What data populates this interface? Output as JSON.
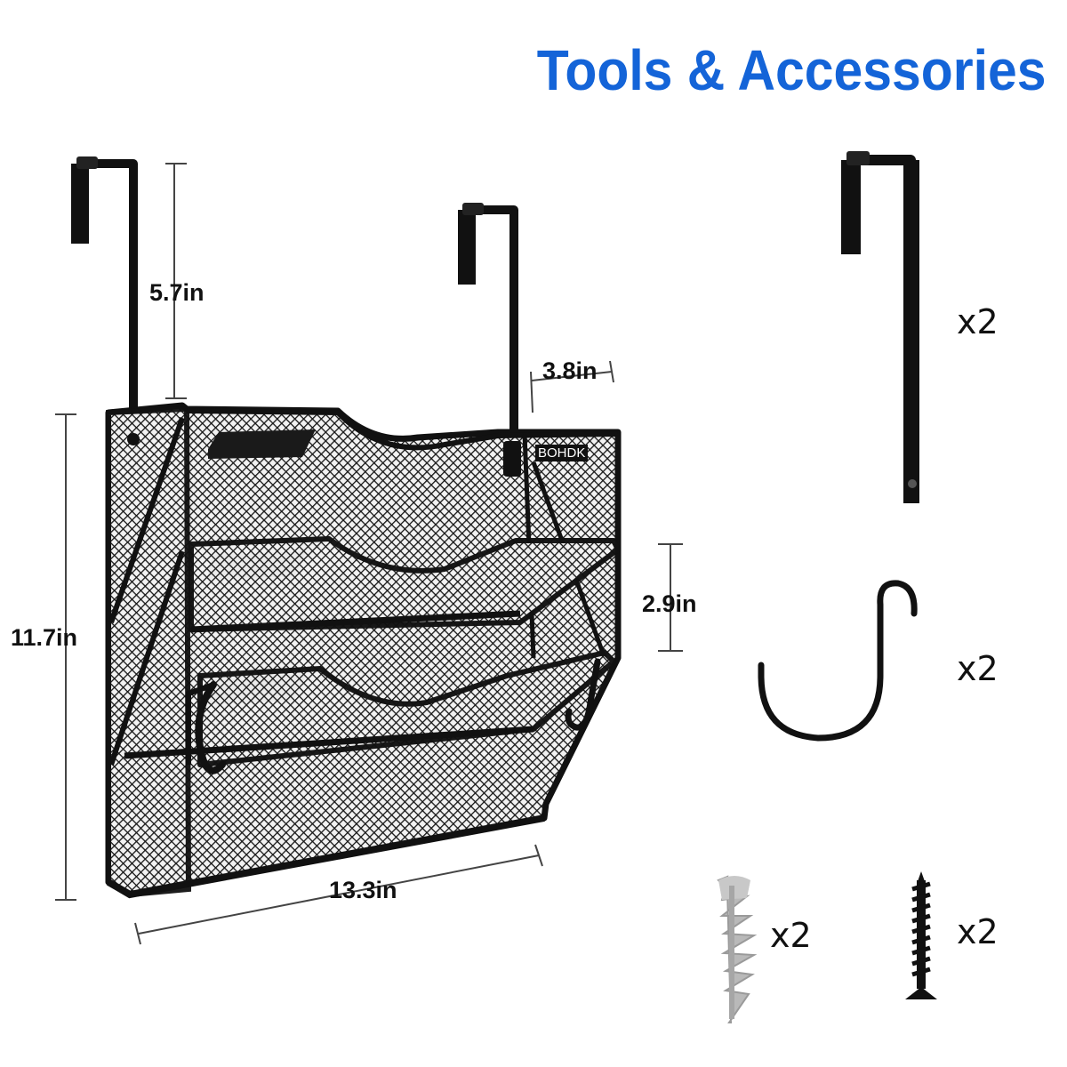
{
  "title": "Tools & Accessories",
  "brand": "BOHDK",
  "dimensions": {
    "hook_height": "5.7in",
    "hook_depth": "3.8in",
    "pocket_spacing": "2.9in",
    "total_height": "11.7in",
    "width": "13.3in"
  },
  "accessories": [
    {
      "name": "over-door-hook-icon",
      "quantity": "x2"
    },
    {
      "name": "s-hook-icon",
      "quantity": "x2"
    },
    {
      "name": "wall-anchor-icon",
      "quantity": "x2"
    },
    {
      "name": "screw-icon",
      "quantity": "x2"
    }
  ],
  "colors": {
    "title": "#1464d8",
    "metal": "#111111",
    "anchor": "#b9b9b9"
  }
}
